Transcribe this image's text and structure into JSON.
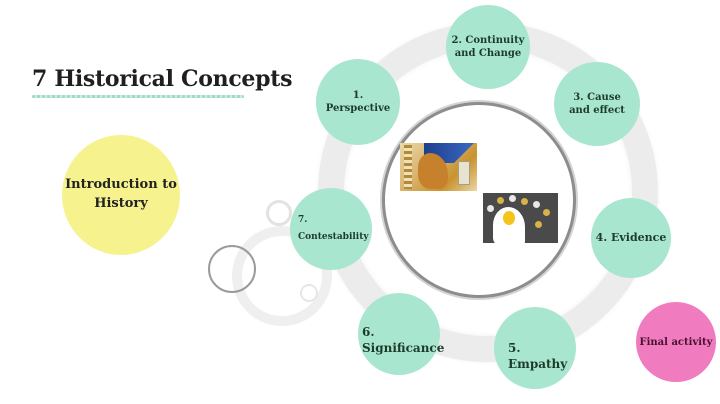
{
  "title": "7 Historical Concepts",
  "intro": {
    "line1": "Introduction",
    "line2": "to History"
  },
  "concepts": [
    {
      "number": "1.",
      "label": "Perspective"
    },
    {
      "number": "2.",
      "label": "Continuity",
      "label2": "and Change"
    },
    {
      "number": "3.",
      "label": "Cause",
      "label2": "and effect"
    },
    {
      "number": "4.",
      "label": "Evidence"
    },
    {
      "number": "5.",
      "label": "Empathy"
    },
    {
      "number": "6.",
      "label": "Significance"
    },
    {
      "number": "7.",
      "label": "Contestability"
    }
  ],
  "concept_text": {
    "c1_l1": "1.",
    "c1_l2": "Perspective",
    "c2_l1": "2. Continuity",
    "c2_l2": "and Change",
    "c3_l1": "3. Cause",
    "c3_l2": "and effect",
    "c4_l1": "4. Evidence",
    "c5_l1": "5.",
    "c5_l2": "Empathy",
    "c6_l1": "6.",
    "c6_l2": "Significance",
    "c7_l1": "7.",
    "c7_l2": "Contestability"
  },
  "final": {
    "line1": "Final",
    "line2": "activity"
  },
  "images": {
    "center_image_1": "egyptian-queen-artwork",
    "center_image_2": "head-lightbulb-ideas"
  },
  "colors": {
    "concept_fill": "#a8e6cf",
    "intro_fill": "#f6f28e",
    "final_fill": "#f07bbf",
    "ring": "#ececec",
    "title_underline": "#9fdcc4"
  }
}
